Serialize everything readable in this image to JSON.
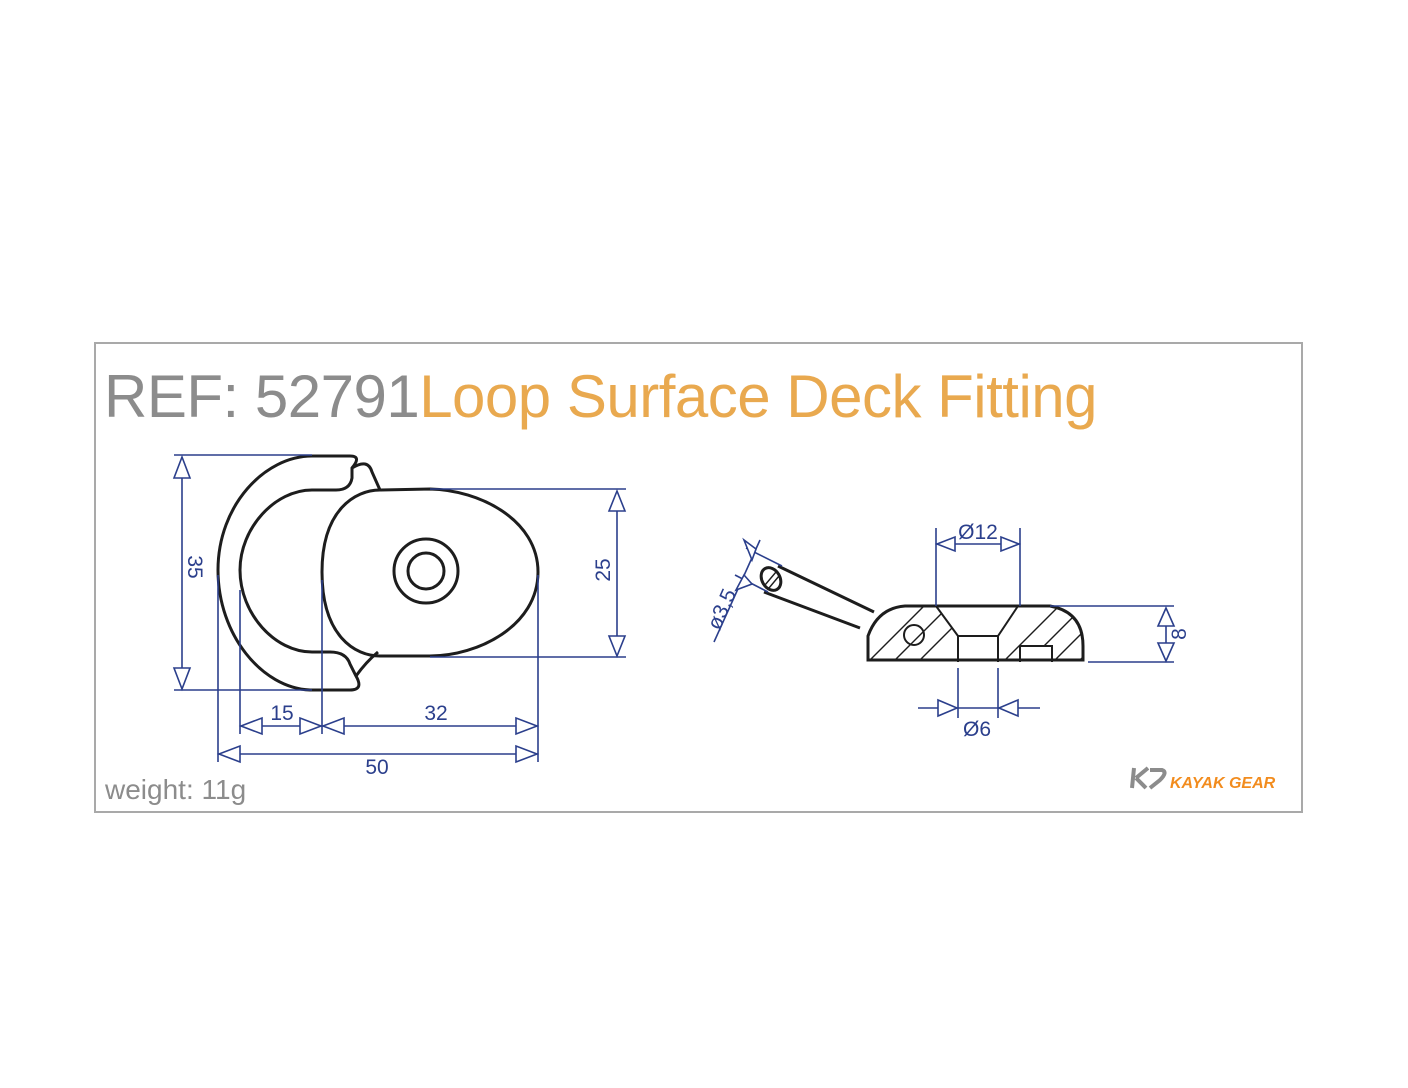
{
  "title": {
    "ref": "REF: 52791",
    "name": "Loop Surface Deck Fitting"
  },
  "weight": "weight: 11g",
  "dimensions": {
    "height_total": "35",
    "height_base": "25",
    "width_15": "15",
    "width_32": "32",
    "width_50": "50",
    "rod_diameter": "ø3,5",
    "counterbore_diameter": "Ø12",
    "thickness": "8",
    "hole_diameter": "Ø6"
  },
  "logo": {
    "text": "KAYAK GEAR"
  },
  "colors": {
    "ref": "#8c8c8c",
    "name": "#e9a94f",
    "dimension": "#2b3f8c",
    "logo": "#f28c1e"
  }
}
